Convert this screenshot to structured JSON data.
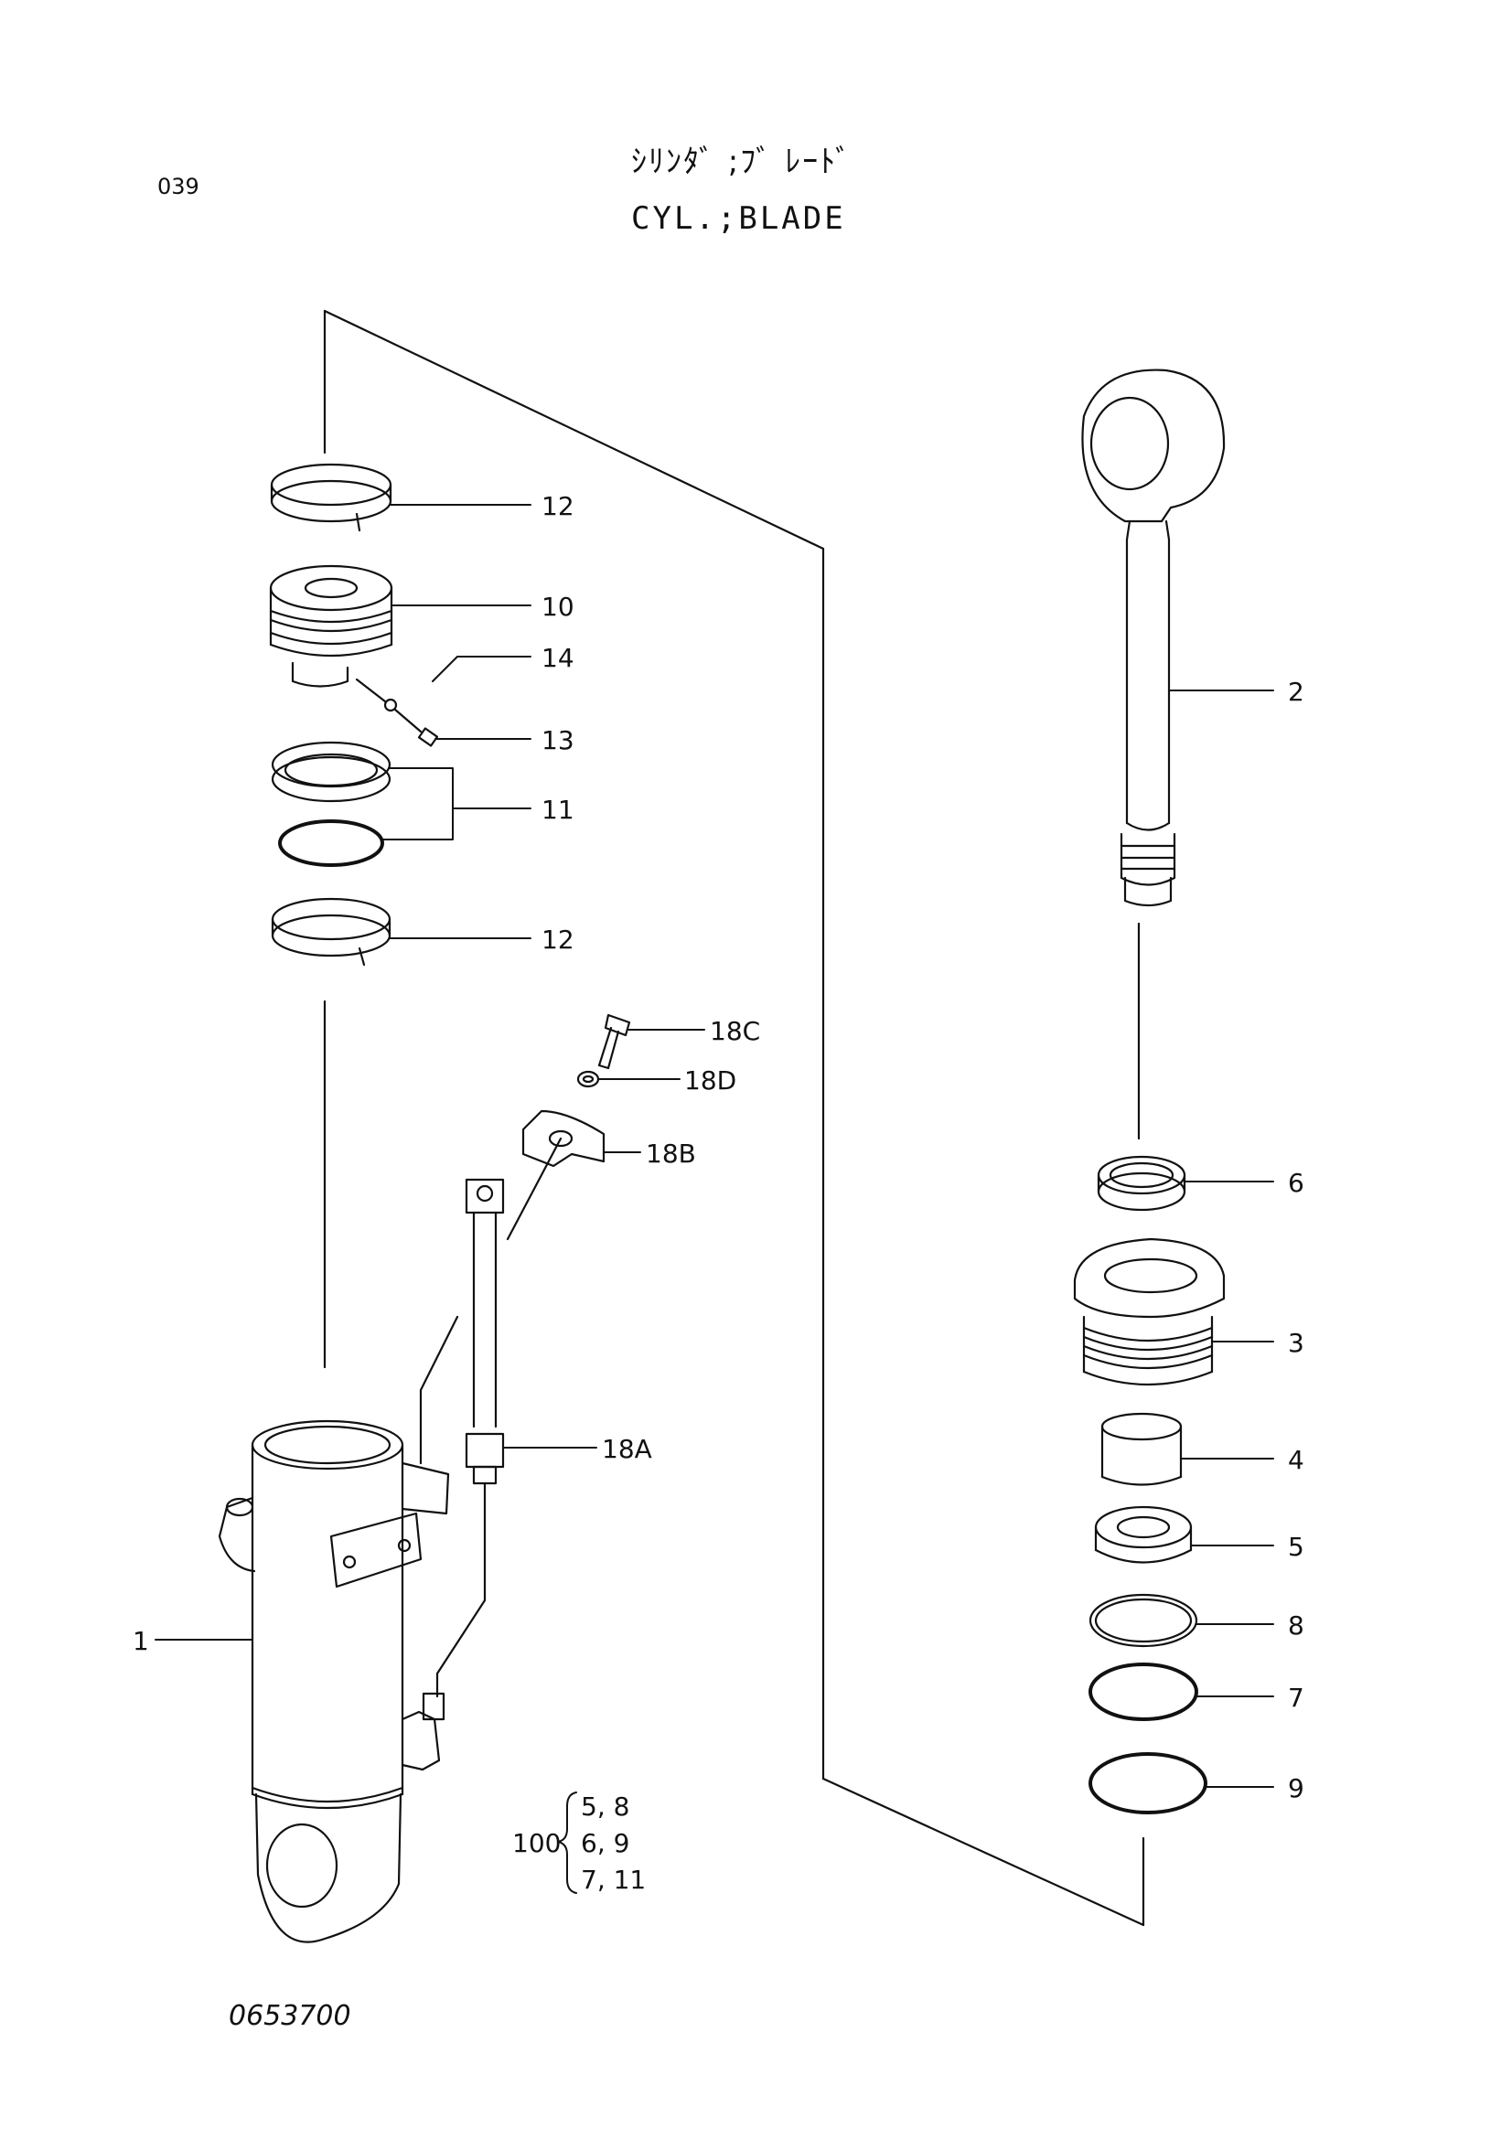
{
  "page_number": "039",
  "title_jp": "ｼﾘﾝﾀﾞ ;ﾌﾞ ﾚｰﾄﾞ",
  "title_en": "CYL.;BLADE",
  "drawing_number": "0653700",
  "parts": {
    "p1": "1",
    "p2": "2",
    "p3": "3",
    "p4": "4",
    "p5": "5",
    "p6": "6",
    "p7": "7",
    "p8": "8",
    "p9": "9",
    "p10": "10",
    "p11": "11",
    "p12a": "12",
    "p12b": "12",
    "p13": "13",
    "p14": "14",
    "p18a": "18A",
    "p18b": "18B",
    "p18c": "18C",
    "p18d": "18D"
  },
  "kit": {
    "id": "100",
    "line1": "5,  8",
    "line2": "6,  9",
    "line3": "7,  11"
  }
}
